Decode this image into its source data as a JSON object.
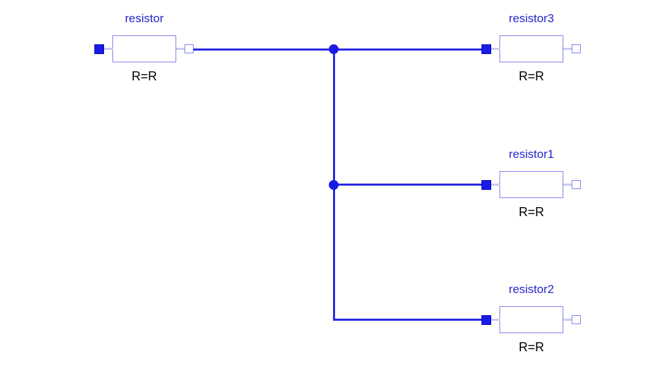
{
  "diagram": {
    "components": [
      {
        "name": "resistor",
        "param": "R=R"
      },
      {
        "name": "resistor3",
        "param": "R=R"
      },
      {
        "name": "resistor1",
        "param": "R=R"
      },
      {
        "name": "resistor2",
        "param": "R=R"
      }
    ],
    "colors": {
      "background": "#fffffe",
      "wire": "#2a2ae0",
      "component_outline": "#8282f0",
      "connector_stub": "#c9c9ef",
      "pin_fill": "#1b1be6",
      "pin_border": "#0000c0",
      "component_label": "#2424cc",
      "param_text": "#000000"
    }
  }
}
